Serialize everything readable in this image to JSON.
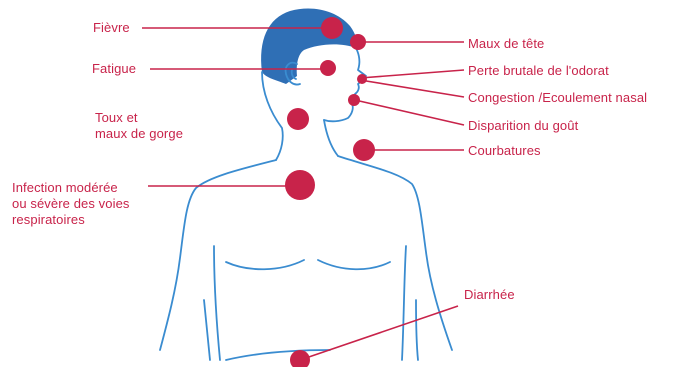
{
  "colors": {
    "accent": "#c8234a",
    "outline": "#3a8cd0",
    "hair": "#2f6fb5",
    "background": "#ffffff"
  },
  "labels": {
    "fievre": "Fièvre",
    "fatigue": "Fatigue",
    "toux": "Toux et\nmaux de gorge",
    "infection": "Infection modérée\nou sévère des voies\nrespiratoires",
    "maux_tete": "Maux de tête",
    "odorat": "Perte brutale de l'odorat",
    "congestion": "Congestion /Ecoulement nasal",
    "gout": "Disparition du goût",
    "courbatures": "Courbatures",
    "diarrhee": "Diarrhée"
  }
}
